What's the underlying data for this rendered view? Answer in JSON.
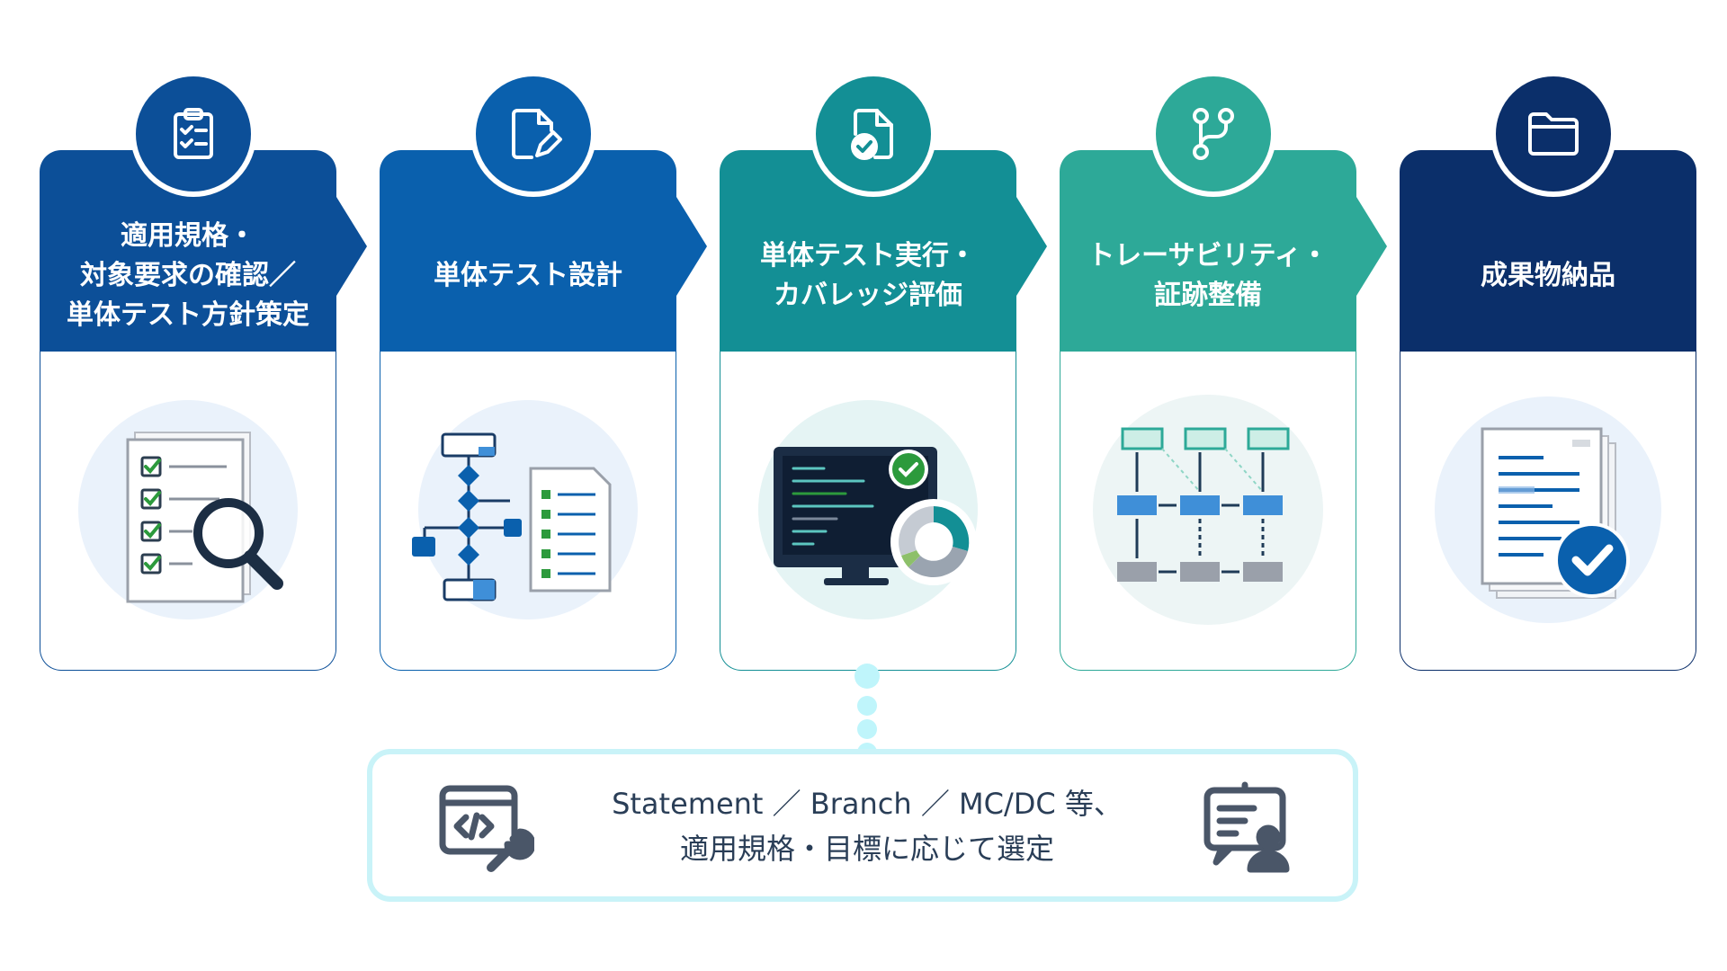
{
  "steps": [
    {
      "title": "適用規格・\n対象要求の確認／\n単体テスト方針策定",
      "color": "#0c4f98",
      "icon": "clipboard-checklist-icon"
    },
    {
      "title": "単体テスト設計",
      "color": "#0a60ad",
      "icon": "document-edit-icon"
    },
    {
      "title": "単体テスト実行・\nカバレッジ評価",
      "color": "#138f95",
      "icon": "document-check-icon"
    },
    {
      "title": "トレーサビリティ・\n証跡整備",
      "color": "#2da998",
      "icon": "branch-icon"
    },
    {
      "title": "成果物納品",
      "color": "#0b2f6a",
      "icon": "folder-icon"
    }
  ],
  "note": {
    "line1": "Statement ／ Branch ／ MC/DC 等、",
    "line2": "適用規格・目標に応じて選定",
    "left_icon": "code-tool-icon",
    "right_icon": "presentation-user-icon"
  }
}
